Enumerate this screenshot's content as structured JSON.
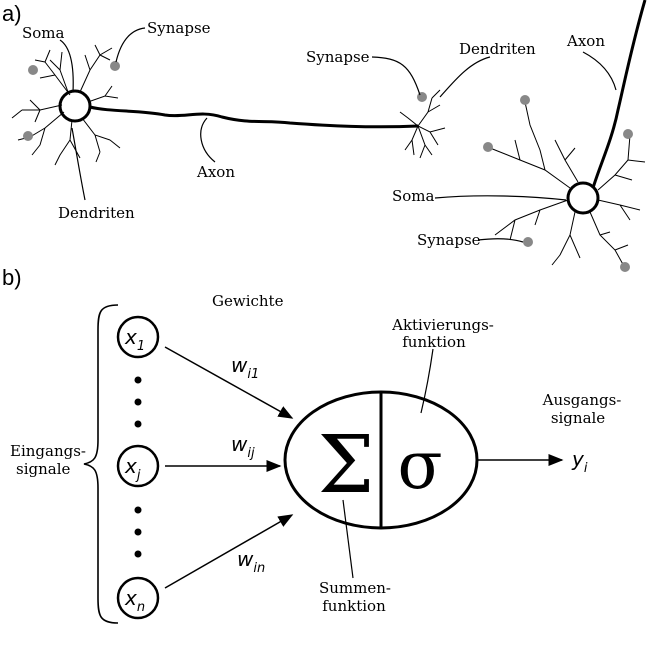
{
  "panel_a": {
    "tag": "a)",
    "soma_left": "Soma",
    "synapse_left": "Synapse",
    "dendrites_left": "Dendriten",
    "axon_mid": "Axon",
    "synapse_mid": "Synapse",
    "dendrites_mid": "Dendriten",
    "axon_right": "Axon",
    "soma_right": "Soma",
    "synapse_right": "Synapse"
  },
  "panel_b": {
    "tag": "b)",
    "weights_title": "Gewichte",
    "inputs_line1": "Eingangs-",
    "inputs_line2": "signale",
    "inputs": [
      {
        "base": "x",
        "sub": "1"
      },
      {
        "base": "x",
        "sub": "j"
      },
      {
        "base": "x",
        "sub": "n"
      }
    ],
    "weights": [
      {
        "base": "w",
        "sub": "i1"
      },
      {
        "base": "w",
        "sub": "ij"
      },
      {
        "base": "w",
        "sub": "in"
      }
    ],
    "sum_symbol": "Σ",
    "activation_symbol": "σ",
    "activation_line1": "Aktivierungs-",
    "activation_line2": "funktion",
    "sum_line1": "Summen-",
    "sum_line2": "funktion",
    "outputs_line1": "Ausgangs-",
    "outputs_line2": "signale",
    "output": {
      "base": "y",
      "sub": "i"
    }
  },
  "colors": {
    "ink": "#000000",
    "synapse_dot": "#888888"
  }
}
